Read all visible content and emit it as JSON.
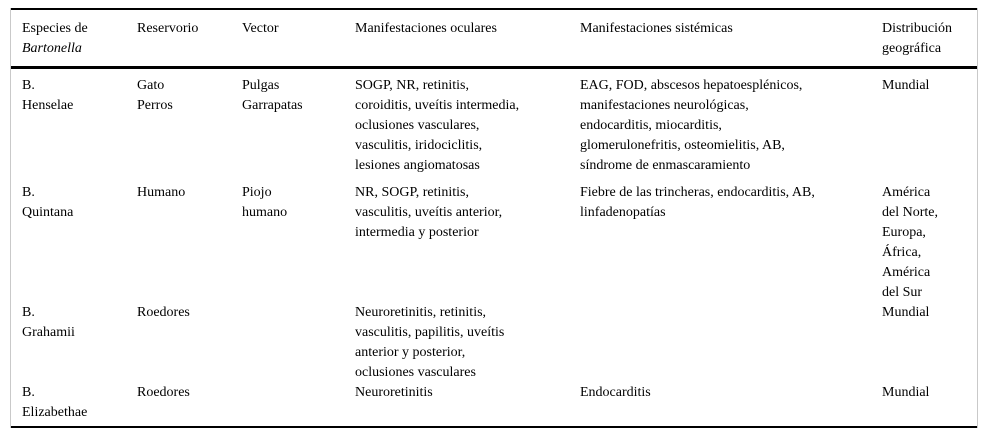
{
  "table": {
    "header": {
      "species_line1": "Especies de",
      "species_line2": "Bartonella",
      "reservoir": "Reservorio",
      "vector": "Vector",
      "ocular": "Manifestaciones oculares",
      "systemic": "Manifestaciones sistémicas",
      "distribution": "Distribución\ngeográfica"
    },
    "rows": [
      {
        "species": "B.\nHenselae",
        "reservoir": "Gato\nPerros",
        "vector": "Pulgas\nGarrapatas",
        "ocular": "SOGP, NR, retinitis,\ncoroiditis, uveítis intermedia,\noclusiones vasculares,\nvasculitis, iridociclitis,\nlesiones angiomatosas",
        "systemic": "EAG, FOD, abscesos hepatoesplénicos,\nmanifestaciones neurológicas,\nendocarditis, miocarditis,\nglomerulonefritis, osteomielitis, AB,\nsíndrome de enmascaramiento",
        "distribution": "Mundial"
      },
      {
        "species": "B.\nQuintana",
        "reservoir": "Humano",
        "vector": "Piojo\nhumano",
        "ocular": "NR, SOGP, retinitis,\nvasculitis, uveítis anterior,\nintermedia y posterior",
        "systemic": "Fiebre de las trincheras, endocarditis, AB,\nlinfadenopatías",
        "distribution": "América\ndel Norte,\nEuropa,\nÁfrica,\nAmérica\ndel Sur"
      },
      {
        "species": "B.\nGrahamii",
        "reservoir": "Roedores",
        "vector": "",
        "ocular": "Neuroretinitis, retinitis,\nvasculitis, papilitis, uveítis\nanterior y posterior,\noclusiones vasculares",
        "systemic": "",
        "distribution": "Mundial"
      },
      {
        "species": "B.\nElizabethae",
        "reservoir": "Roedores",
        "vector": "",
        "ocular": "Neuroretinitis",
        "systemic": "Endocarditis",
        "distribution": "Mundial"
      }
    ]
  }
}
